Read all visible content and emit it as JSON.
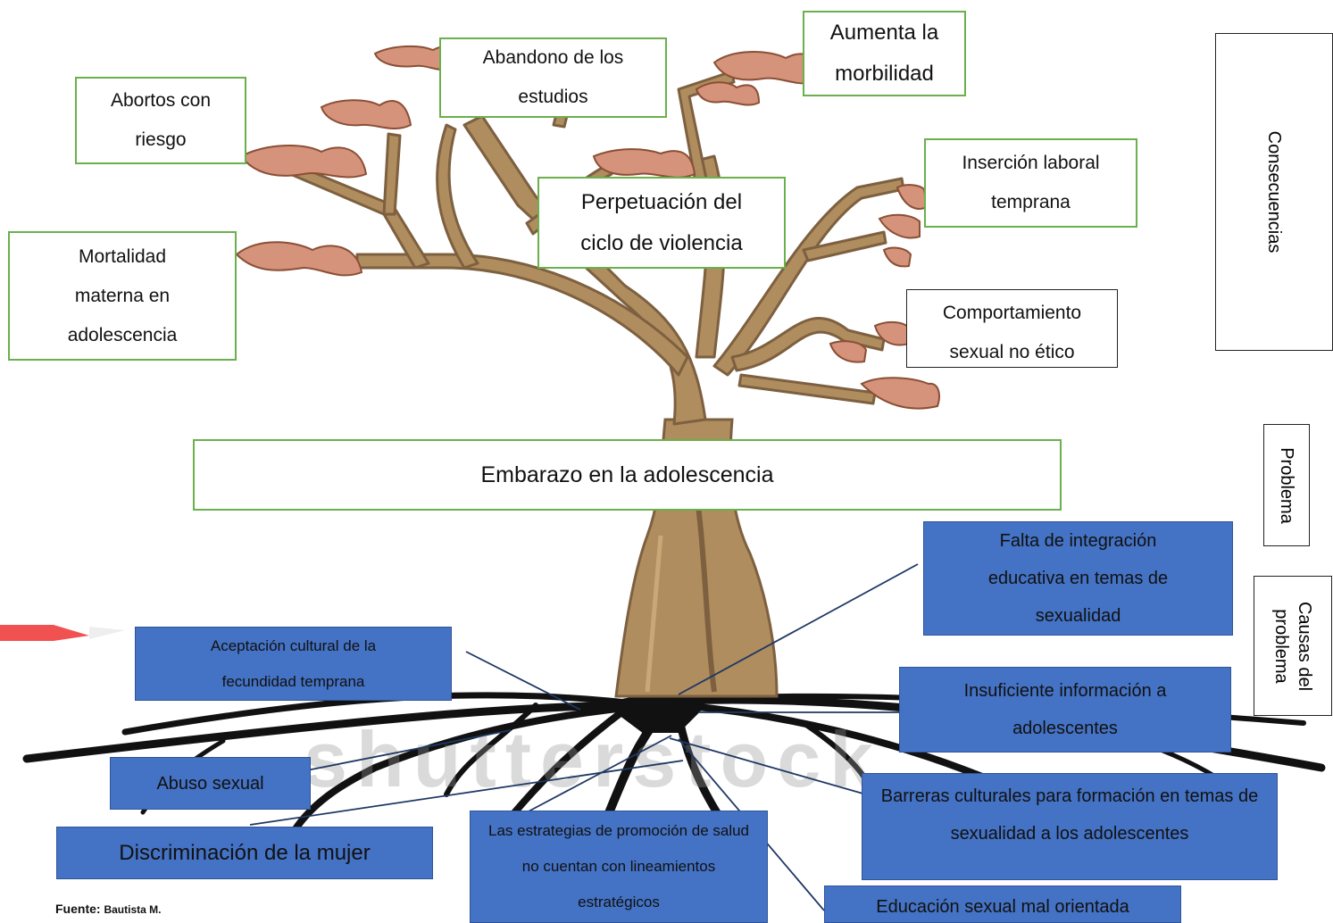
{
  "consequences": [
    "Abortos con riesgo",
    "Abandono de los estudios",
    "Aumenta la morbilidad",
    "Inserción laboral temprana",
    "Perpetuación del ciclo de violencia",
    "Mortalidad materna en adolescencia",
    "Comportamiento sexual no ético"
  ],
  "problem": "Embarazo en la adolescencia",
  "causes": [
    "Falta de integración educativa en temas de sexualidad",
    "Aceptación cultural de la fecundidad temprana",
    "Insuficiente información a adolescentes",
    "Abuso sexual",
    "Barreras culturales para formación en temas de sexualidad a los adolescentes",
    "Discriminación de la mujer",
    "Las estrategias de promoción de salud no cuentan con lineamientos estratégicos",
    "Educación sexual mal orientada"
  ],
  "side_labels": {
    "consequences": "Consecuencias",
    "problem": "Problema",
    "causes": "Causas del problema"
  },
  "source": {
    "label": "Fuente:",
    "author": "Bautista M."
  },
  "colors": {
    "trunk": "#b08d5e",
    "trunk_dark": "#7d6040",
    "leaves": "#d4937a",
    "roots": "#111111",
    "consequence_border": "#6ab04c",
    "cause_fill": "#4472c4"
  }
}
